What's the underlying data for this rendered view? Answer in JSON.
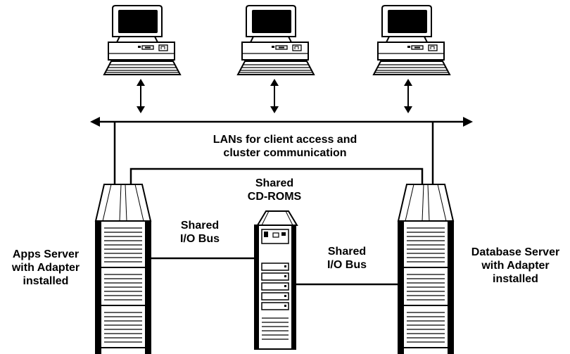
{
  "lan": {
    "label_lines": [
      "LANs for client access and",
      "cluster communication"
    ]
  },
  "apps_server": {
    "label_lines": [
      "Apps Server",
      "with Adapter",
      "installed"
    ]
  },
  "database_server": {
    "label_lines": [
      "Database Server",
      "with Adapter",
      "installed"
    ]
  },
  "cdrom": {
    "label_lines": [
      "Shared",
      "CD-ROMS"
    ]
  },
  "left_bus": {
    "label_lines": [
      "Shared",
      "I/O Bus"
    ]
  },
  "right_bus": {
    "label_lines": [
      "Shared",
      "I/O Bus"
    ]
  },
  "colors": {
    "ink": "#000000",
    "paper": "#ffffff"
  }
}
